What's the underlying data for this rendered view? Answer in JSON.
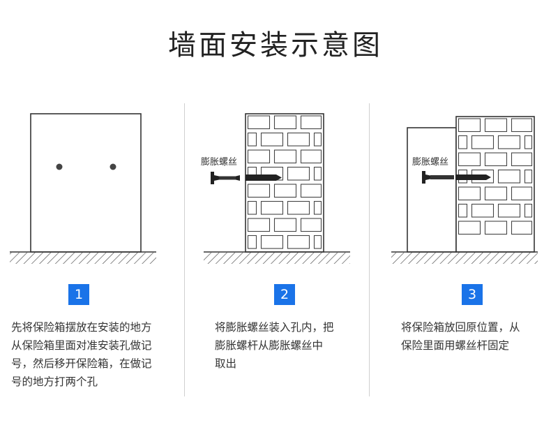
{
  "title": "墙面安装示意图",
  "steps": [
    {
      "number": "1",
      "lines": [
        "先将保险箱摆放在安装的地方",
        "从保险箱里面对准安装孔做记",
        "号，然后移开保险箱，在做记",
        "号的地方打两个孔"
      ]
    },
    {
      "number": "2",
      "label": "膨胀螺丝",
      "lines": [
        "将膨胀螺丝装入孔内，把",
        "膨胀螺杆从膨胀螺丝中",
        "取出"
      ]
    },
    {
      "number": "3",
      "label": "膨胀螺丝",
      "lines": [
        "将保险箱放回原位置，从",
        "保险里面用螺丝杆固定"
      ]
    }
  ],
  "colors": {
    "accent": "#1a73e8",
    "line": "#333333",
    "screw": "#222222"
  }
}
